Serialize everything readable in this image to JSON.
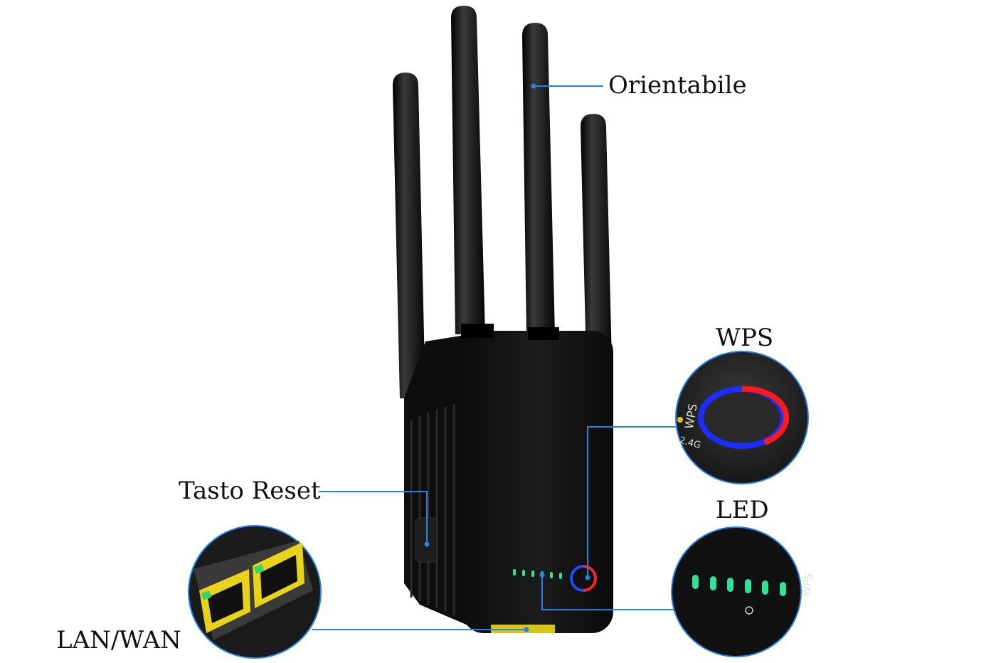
{
  "labels": {
    "antennas": "Orientabile",
    "wps": "WPS",
    "led": "LED",
    "reset": "Tasto Reset",
    "ports": "LAN/WAN"
  },
  "device_text": {
    "wps_marking": "WPS",
    "band_marking": "2.4G"
  },
  "colors": {
    "callout_line": "#2a82e4",
    "led_green": "#2de39a",
    "port_yellow": "#e8d21a",
    "device_body": "#111111"
  }
}
